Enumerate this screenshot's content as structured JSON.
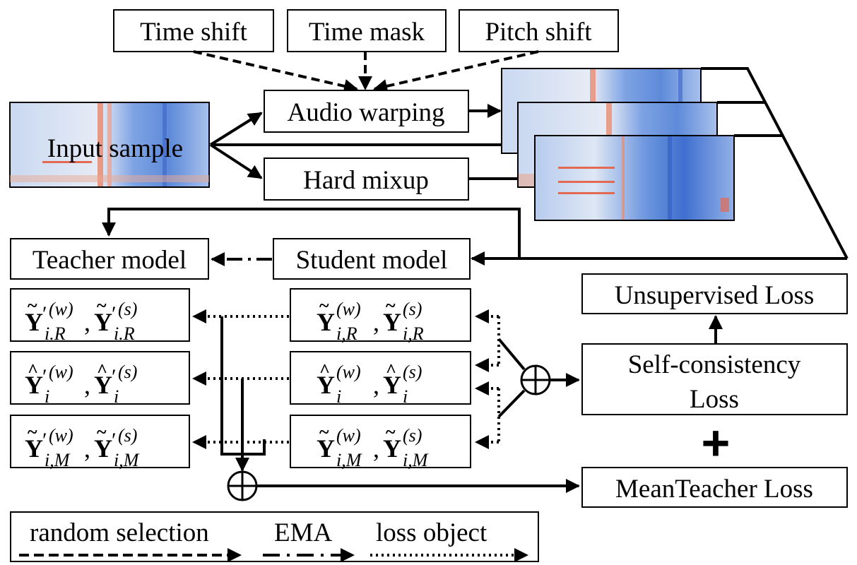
{
  "augmentations": {
    "time_shift": "Time shift",
    "time_mask": "Time mask",
    "pitch_shift": "Pitch shift"
  },
  "input_sample": "Input sample",
  "audio_warping": "Audio warping",
  "hard_mixup": "Hard mixup",
  "teacher_model": "Teacher model",
  "student_model": "Student model",
  "teacher_outputs": [
    {
      "base": "Y",
      "accent": "~",
      "prime": "′",
      "sub": "i.R",
      "w": "(w)",
      "s": "(s)"
    },
    {
      "base": "Y",
      "accent": "^",
      "prime": "′",
      "sub": "i",
      "w": "(w)",
      "s": "(s)"
    },
    {
      "base": "Y",
      "accent": "~",
      "prime": "′",
      "sub": "i,M",
      "w": "(w)",
      "s": "(s)"
    }
  ],
  "student_outputs": [
    {
      "base": "Y",
      "accent": "~",
      "prime": "",
      "sub": "i,R",
      "w": "(w)",
      "s": "(s)"
    },
    {
      "base": "Y",
      "accent": "^",
      "prime": "",
      "sub": "i",
      "w": "(w)",
      "s": "(s)"
    },
    {
      "base": "Y",
      "accent": "~",
      "prime": "",
      "sub": "i,M",
      "w": "(w)",
      "s": "(s)"
    }
  ],
  "unsupervised_loss": "Unsupervised Loss",
  "self_consistency_loss": [
    "Self-consistency",
    "Loss"
  ],
  "plus_sign": "+",
  "meanteacher_loss": "MeanTeacher Loss",
  "sum_symbol": "⊕",
  "legend": {
    "random_selection": "random selection",
    "ema": "EMA",
    "loss_object": "loss object"
  },
  "colors": {
    "spectrogram_bg": "#dfe6f2",
    "spectrogram_blue": "#4f7fd6",
    "spectrogram_red": "#e2725b",
    "line": "#000000"
  }
}
